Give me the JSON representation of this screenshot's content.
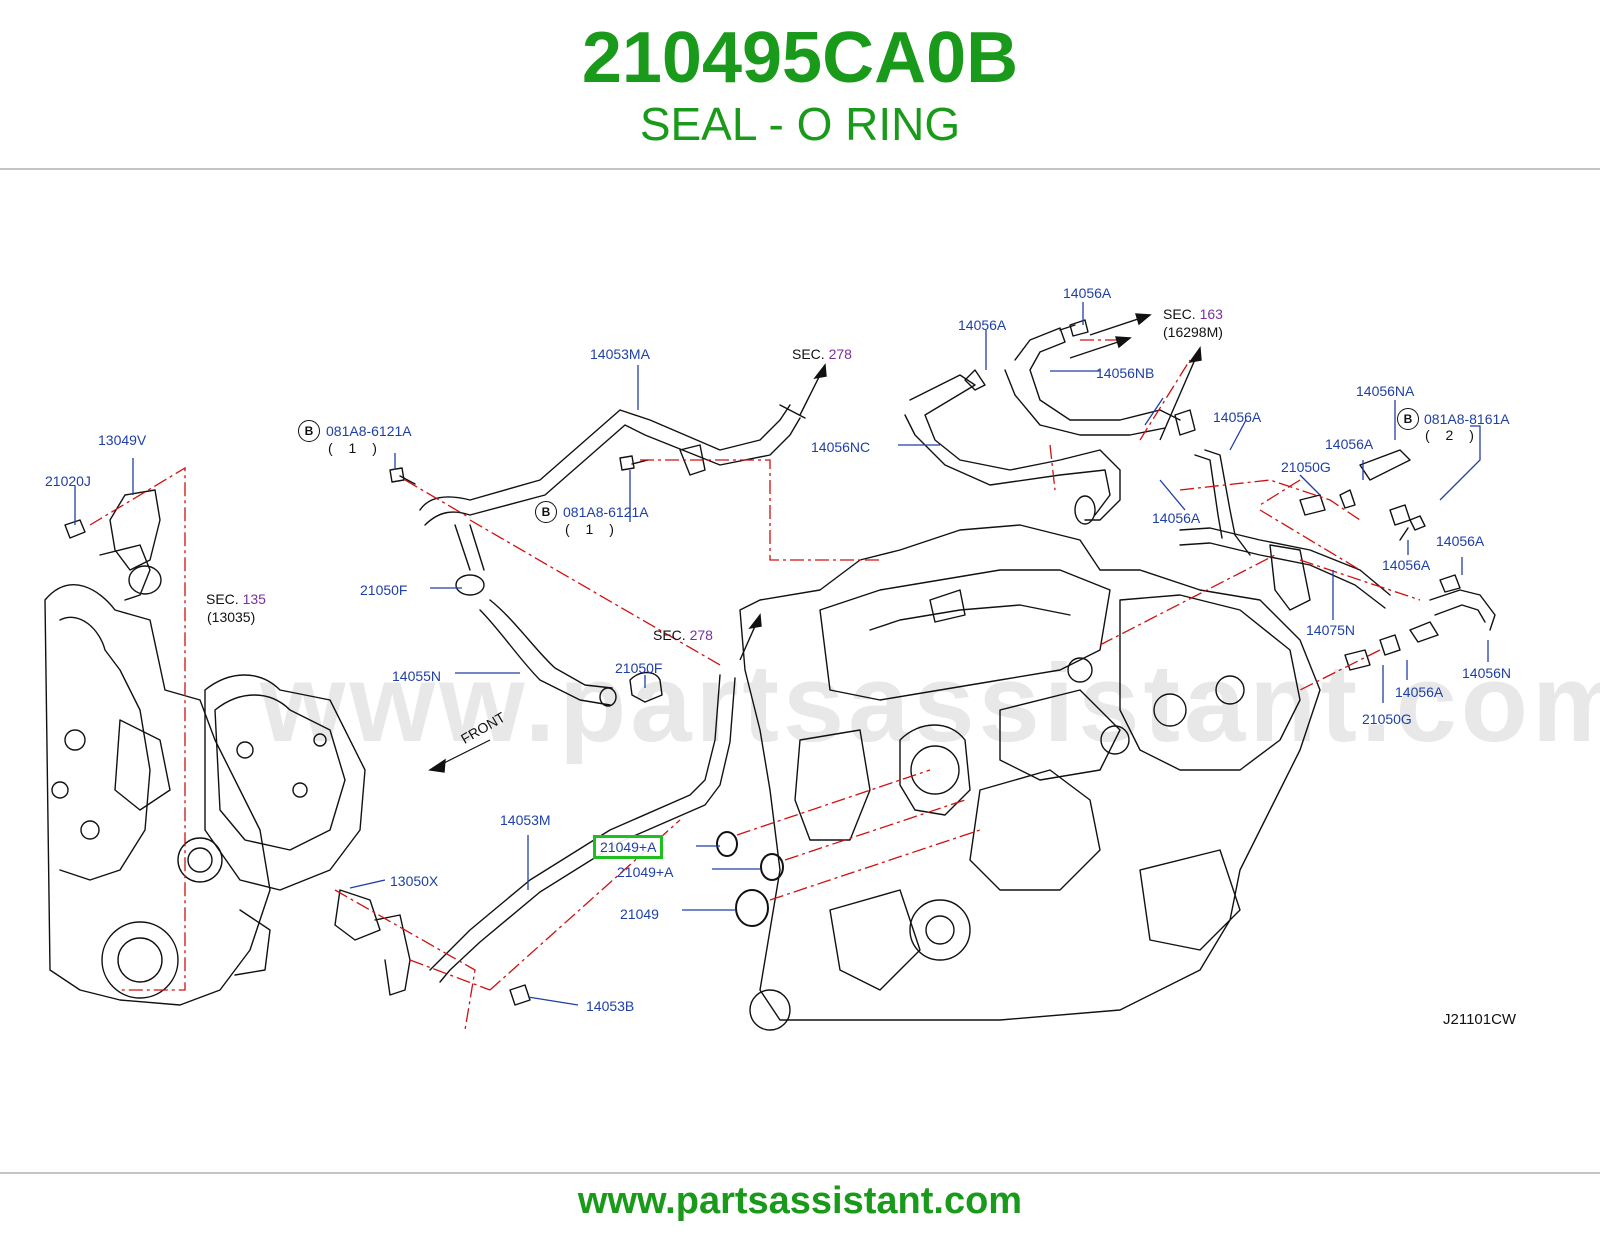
{
  "header": {
    "part_number": "210495CA0B",
    "part_name": "SEAL - O RING"
  },
  "diagram": {
    "watermark": "www.partsassistant.com",
    "figure_code": "J21101CW",
    "front_label": "FRONT",
    "sec_label": "SEC.",
    "sec_refs": {
      "sec_278_a": "278",
      "sec_278_b": "278",
      "sec_163": "163",
      "sec_163_sub": "(16298M)",
      "sec_135": "135",
      "sec_135_sub": "(13035)"
    },
    "bolt_callouts": [
      {
        "symbol": "B",
        "part": "081A8-6121A",
        "qty": "( 1 )"
      },
      {
        "symbol": "B",
        "part": "081A8-6121A",
        "qty": "( 1 )"
      },
      {
        "symbol": "B",
        "part": "081A8-8161A",
        "qty": "( 2 )"
      }
    ],
    "part_labels": {
      "p13049V": "13049V",
      "p21020J": "21020J",
      "p14053MA": "14053MA",
      "p21050F_a": "21050F",
      "p21050F_b": "21050F",
      "p14055N": "14055N",
      "p14053M": "14053M",
      "p13050X": "13050X",
      "p14053B": "14053B",
      "p21049A_hl": "21049+A",
      "p21049A": "21049+A",
      "p21049": "21049",
      "p14056A_1": "14056A",
      "p14056A_2": "14056A",
      "p14056A_3": "14056A",
      "p14056A_4": "14056A",
      "p14056A_5": "14056A",
      "p14056A_6": "14056A",
      "p14056A_7": "14056A",
      "p14056A_8": "14056A",
      "p14056NB": "14056NB",
      "p14056NC": "14056NC",
      "p14056NA": "14056NA",
      "p14056N": "14056N",
      "p21050G_a": "21050G",
      "p21050G_b": "21050G",
      "p14075N": "14075N"
    }
  },
  "colors": {
    "brand_green": "#1a9a1a",
    "label_blue": "#1f3fa6",
    "sec_purple": "#7a2fa0",
    "leader_red": "#d01010",
    "highlight": "#1fbf1f"
  },
  "footer": {
    "url": "www.partsassistant.com"
  }
}
